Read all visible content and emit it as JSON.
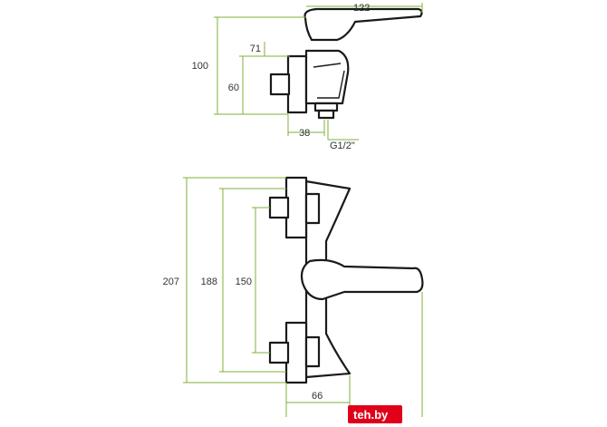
{
  "drawing": {
    "top_view": {
      "dim_width": "122",
      "dim_height": "100",
      "dim_upper": "71",
      "dim_lower": "60",
      "dim_depth": "38",
      "dim_thread": "G1/2\""
    },
    "front_view": {
      "dim_total_height": "207",
      "dim_outer_span": "188",
      "dim_inner_span": "150",
      "dim_projection": "66"
    },
    "colors": {
      "dimension_lines": "#7fb23a",
      "outline": "#1a1a1a",
      "watermark": "#e0001a"
    }
  },
  "watermark": {
    "logo_text": "teh.by"
  }
}
